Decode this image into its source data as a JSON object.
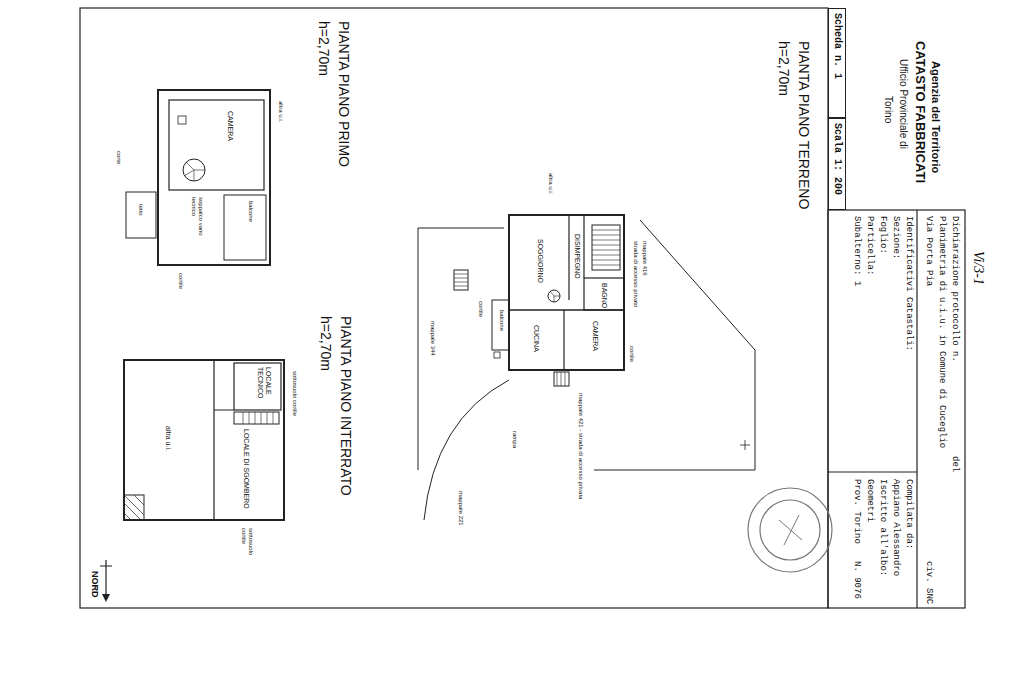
{
  "diagram": {
    "nodes": [
      {
        "text": [
          "Scheda n. 1"
        ]
      },
      {
        "text": [
          "Scala 1: 200"
        ]
      }
    ],
    "labels": [
      "Agenzia del Territorio",
      "CATASTO FABBRICATI",
      "Ufficio Provinciale di",
      "Torino",
      "Vi/3-1",
      "Dichiarazione protocollo n.",
      "del",
      "Planimetria di u.i.u. in Comune di Cuceglio",
      "Via Porta Pia",
      "civ. SNC",
      "Identificativi Catastali:",
      "Sezione:",
      "Foglio:",
      "Particella:",
      "Subalterno: 1",
      "Compilata da:",
      "Appiano Alessandro",
      "Iscritto all'albo:",
      "Geometri",
      "Prov. Torino",
      "N. 9076",
      "PIANTA PIANO TERRENO",
      "h=2,70m",
      "BAGNO",
      "CAMERA",
      "DISIMPEGNO",
      "SOGGIORNO",
      "CUCINA",
      "balcone",
      "cortile",
      "cortile",
      "altra u.i.",
      "mappale 416",
      "strada di accesso privato",
      "mappale 344",
      "mappale 421 - strada di accesso privata",
      "rampa",
      "mappale 221",
      "PIANTA PIANO PRIMO",
      "h=2,70m",
      "altra u.i.",
      "CAMERA",
      "balcone",
      "soppalco vano tecnico",
      "tetto",
      "corte",
      "cortile",
      "PIANTA PIANO INTERRATO",
      "h=2,70m",
      "sottosuolo cortile",
      "LOCALE TECNICO",
      "LOCALE DI SGOMBERO",
      "altra u.i.",
      "sottosuolo cortile",
      "NORD"
    ]
  }
}
